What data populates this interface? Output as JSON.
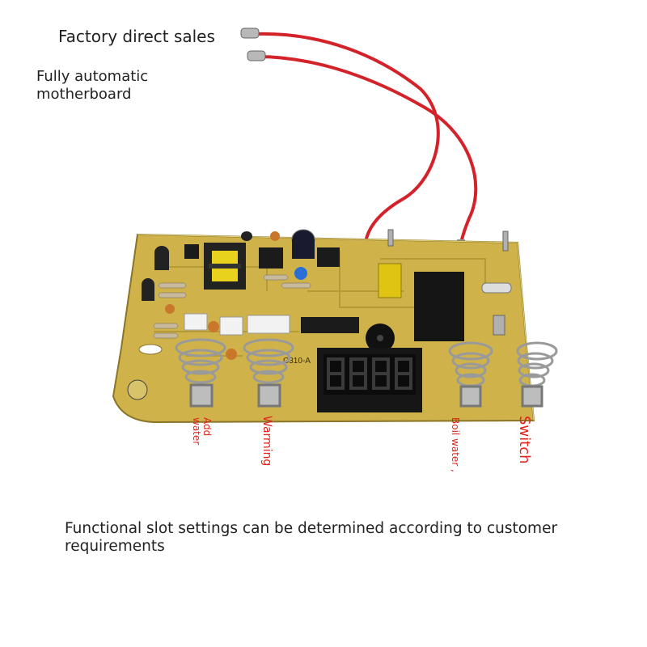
{
  "texts": {
    "factory": "Factory direct sales",
    "automatic": "Fully automatic\nmotherboard",
    "functional": "Functional slot settings can be determined according to customer requirements"
  },
  "slot_labels": {
    "add_water": "Add\nwater",
    "warming": "Warming",
    "boil_water": "Boil water ,",
    "switch": "Switch"
  },
  "board_markings": {
    "model": "C310-A",
    "display": "8.8.8.8"
  },
  "colors": {
    "pcb": "#cfb34a",
    "wire": "#d4222a",
    "label": "#e0231c"
  }
}
